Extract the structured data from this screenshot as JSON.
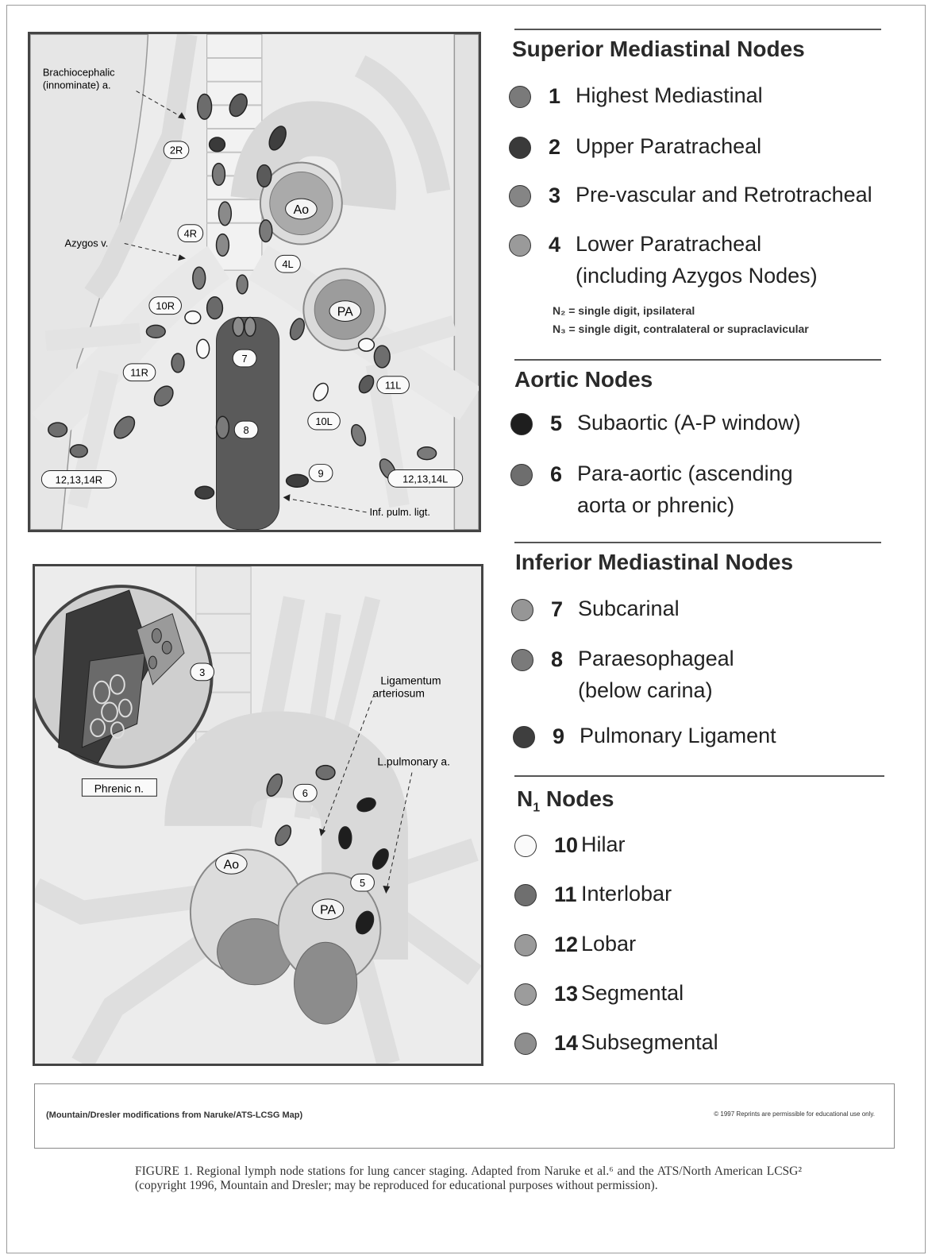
{
  "top_diagram": {
    "labels": {
      "brachiocephalic": "Brachiocephalic\n(innominate) a.",
      "azygos": "Azygos v.",
      "inf_pulm": "Inf. pulm. ligt."
    },
    "vessel_labels": {
      "ao": "Ao",
      "pa": "PA"
    },
    "stations": [
      "2R",
      "4R",
      "4L",
      "10R",
      "7",
      "11R",
      "11L",
      "10L",
      "8",
      "12,13,14R",
      "9",
      "12,13,14L"
    ]
  },
  "bottom_diagram": {
    "labels": {
      "ligamentum": "Ligamentum\narteriosum",
      "l_pulmonary": "L.pulmonary a.",
      "phrenic": "Phrenic n."
    },
    "vessel_labels": {
      "ao": "Ao",
      "pa": "PA"
    },
    "stations": [
      "3",
      "6",
      "5"
    ]
  },
  "sections": [
    {
      "title": "Superior Mediastinal Nodes"
    },
    {
      "title": "Aortic Nodes"
    },
    {
      "title": "Inferior Mediastinal Nodes"
    },
    {
      "title_prefix": "N",
      "title_sub": "1",
      "title_suffix": " Nodes"
    }
  ],
  "legend": [
    {
      "num": "1",
      "label": "Highest Mediastinal",
      "color": "#7a7a7a"
    },
    {
      "num": "2",
      "label": "Upper Paratracheal",
      "color": "#3a3a3a"
    },
    {
      "num": "3",
      "label": "Pre-vascular and Retrotracheal",
      "color": "#858585"
    },
    {
      "num": "4",
      "label": "Lower Paratracheal\n(including Azygos Nodes)",
      "color": "#9a9a9a"
    },
    {
      "num": "5",
      "label": "Subaortic (A-P window)",
      "color": "#1e1e1e"
    },
    {
      "num": "6",
      "label": "Para-aortic (ascending\naorta or phrenic)",
      "color": "#6e6e6e"
    },
    {
      "num": "7",
      "label": "Subcarinal",
      "color": "#969696"
    },
    {
      "num": "8",
      "label": "Paraesophageal\n(below carina)",
      "color": "#7a7a7a"
    },
    {
      "num": "9",
      "label": "Pulmonary Ligament",
      "color": "#3e3e3e"
    },
    {
      "num": "10",
      "label": "Hilar",
      "color": "#fafafa"
    },
    {
      "num": "11",
      "label": "Interlobar",
      "color": "#6f6f6f"
    },
    {
      "num": "12",
      "label": "Lobar",
      "color": "#9a9a9a"
    },
    {
      "num": "13",
      "label": "Segmental",
      "color": "#9c9c9c"
    },
    {
      "num": "14",
      "label": "Subsegmental",
      "color": "#8e8e8e"
    }
  ],
  "notes": {
    "n2": "N₂ = single digit, ipsilateral",
    "n3": "N₃ = single digit, contralateral or supraclavicular"
  },
  "credit_left": "(Mountain/Dresler modifications from Naruke/ATS-LCSG Map)",
  "credit_right": "© 1997 Reprints are permissible for educational use only.",
  "caption": "FIGURE 1. Regional lymph node stations for lung cancer staging. Adapted from Naruke et al.⁶ and the ATS/North American LCSG² (copyright 1996, Mountain and Dresler; may be reproduced for educational purposes without permission)."
}
